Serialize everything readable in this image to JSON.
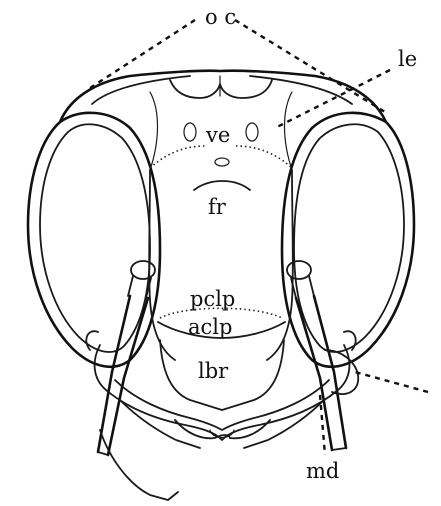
{
  "labels": {
    "oc": "o c",
    "le": "le",
    "ve": "ve",
    "fr": "fr",
    "pclp": "pclp",
    "aclp": "aclp",
    "lbr": "lbr",
    "md": "md"
  },
  "colors": {
    "ink": "#1a1a1a",
    "background": "#ffffff"
  }
}
